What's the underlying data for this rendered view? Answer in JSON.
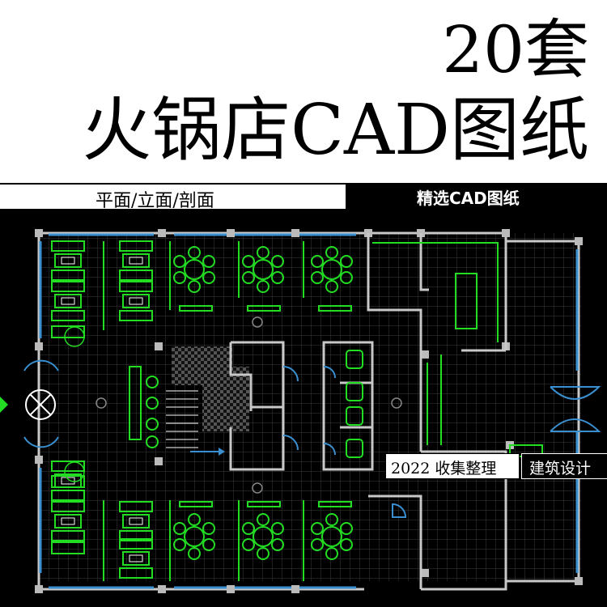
{
  "title": {
    "line1": "20套",
    "line2": "火锅店CAD图纸"
  },
  "subtitle_left": "平面/立面/剖面",
  "subtitle_right": "精选CAD图纸",
  "badges": {
    "year_note": "2022 收集整理",
    "category": "建筑设计"
  },
  "colors": {
    "background": "#000000",
    "walls": "#c8c8c8",
    "furniture": "#22dd22",
    "windows": "#3a8fd0",
    "grid": "#3b3b3b"
  },
  "drawing": {
    "type": "floor-plan",
    "round_tables": 6,
    "booth_tables": 8
  }
}
